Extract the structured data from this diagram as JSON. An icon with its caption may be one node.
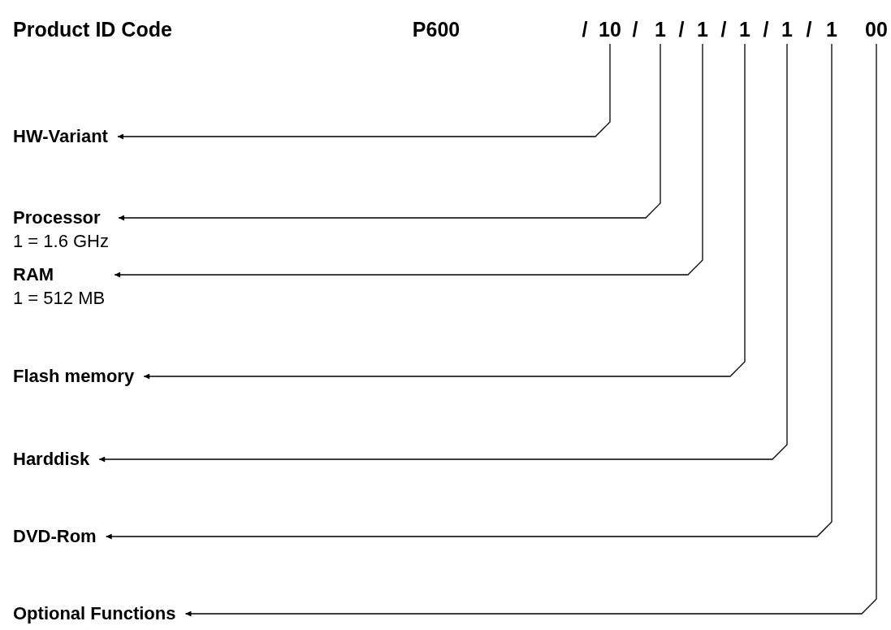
{
  "diagram": {
    "title": "Product ID Code",
    "nodes": [
      {
        "text": [
          "10"
        ]
      },
      {
        "text": [
          "1"
        ]
      },
      {
        "text": [
          "1"
        ]
      },
      {
        "text": [
          "1"
        ]
      },
      {
        "text": [
          "1"
        ]
      },
      {
        "text": [
          "1"
        ]
      },
      {
        "text": [
          "00"
        ]
      },
      {
        "text": [
          "HW-Variant"
        ]
      },
      {
        "text": [
          "Processor",
          "1 = 1.6 GHz"
        ]
      },
      {
        "text": [
          "RAM",
          "1 = 512 MB"
        ]
      },
      {
        "text": [
          "Flash memory"
        ]
      },
      {
        "text": [
          "Harddisk"
        ]
      },
      {
        "text": [
          "DVD-Rom"
        ]
      },
      {
        "text": [
          "Optional Functions"
        ]
      }
    ],
    "edges": [
      {
        "from": 0,
        "to": 7,
        "arrow": "to"
      },
      {
        "from": 1,
        "to": 8,
        "arrow": "to"
      },
      {
        "from": 2,
        "to": 9,
        "arrow": "to"
      },
      {
        "from": 3,
        "to": 10,
        "arrow": "to"
      },
      {
        "from": 4,
        "to": 11,
        "arrow": "to"
      },
      {
        "from": 5,
        "to": 12,
        "arrow": "to"
      },
      {
        "from": 6,
        "to": 13,
        "arrow": "to"
      }
    ],
    "labels": [
      "P600",
      "/",
      "/",
      "/",
      "/",
      "/",
      "/"
    ]
  }
}
